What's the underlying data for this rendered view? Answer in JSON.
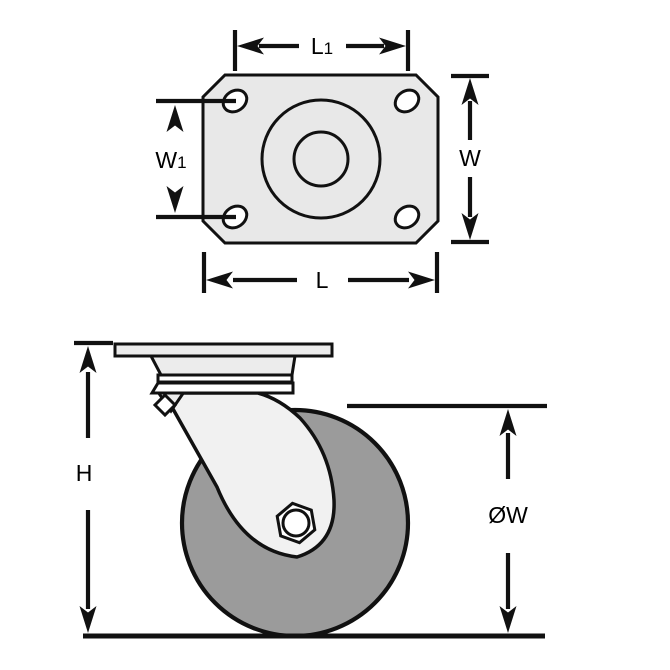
{
  "colors": {
    "line": "#111111",
    "label_text": "#000000",
    "background": "#ffffff",
    "plate_fill": "#e8e8e8",
    "component_fill": "#ececec",
    "fork_fill": "#f1f1f1",
    "wheel_fill": "#9b9b9b",
    "hole_fill": "#ffffff"
  },
  "top_view": {
    "dims": {
      "l1": {
        "main": "L",
        "sub": "1"
      },
      "w1": {
        "main": "W",
        "sub": "1"
      },
      "w": "W",
      "l": "L"
    }
  },
  "side_view": {
    "dims": {
      "h": "H",
      "dia_w": "ØW"
    }
  }
}
